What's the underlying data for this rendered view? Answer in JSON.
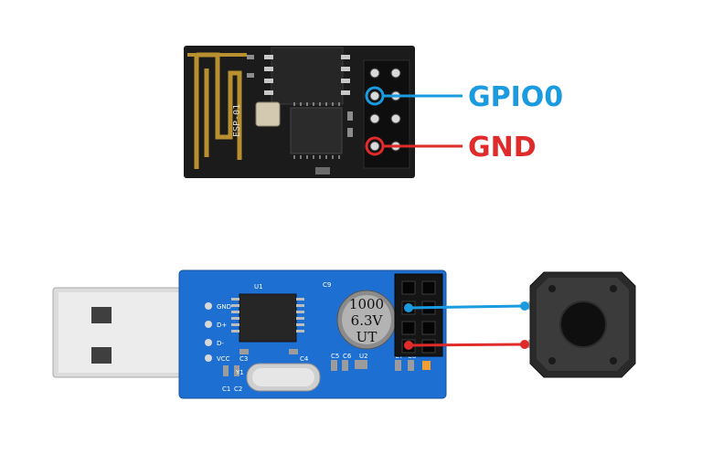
{
  "esp01": {
    "board_label": "ESP-01",
    "pin_labels": {
      "gpio0": "GPIO0",
      "gnd": "GND"
    }
  },
  "adapter": {
    "silk": {
      "u1": "U1",
      "c9": "C9",
      "gnd": "GND",
      "dplus": "D+",
      "dminus": "D-",
      "vcc": "VCC",
      "c3": "C3",
      "c4": "C4",
      "y1": "Y1",
      "c1": "C1",
      "c2": "C2",
      "c5": "C5",
      "c6": "C6",
      "u2": "U2",
      "c7": "C7",
      "c8": "C8"
    },
    "capacitor": {
      "line1": "1000",
      "line2": "6.3V",
      "line3": "UT"
    }
  },
  "colors": {
    "gpio0": "#1a9be0",
    "gnd": "#e02b2b",
    "pcb_blue": "#1e6fd2",
    "esp_black": "#1b1b1b"
  }
}
